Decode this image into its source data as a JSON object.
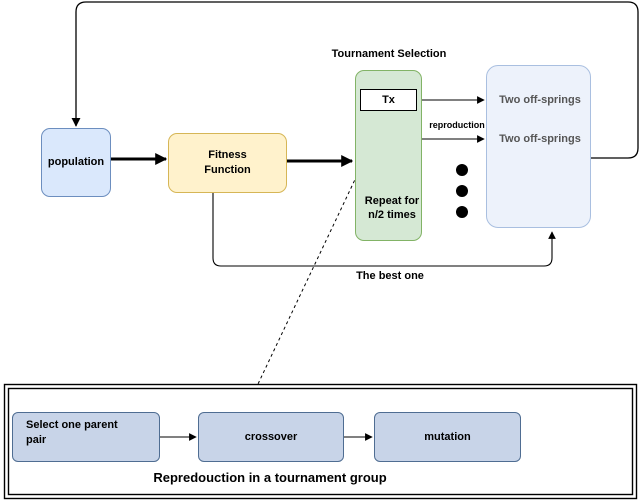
{
  "diagram": {
    "nodes": {
      "population": "population",
      "fitness": "Fitness\nFunction",
      "tournament_title": "Tournament Selection",
      "tx": "Tx",
      "repeat": "Repeat for\nn/2 times",
      "offspring_1": "Two off-springs",
      "offspring_2": "Two off-springs"
    },
    "edge_labels": {
      "reproduction": "reproduction",
      "best": "The best one"
    },
    "subprocess": {
      "title": "Repredouction in a tournament group",
      "steps": [
        "Select one parent\npair",
        "crossover",
        "mutation"
      ]
    },
    "colors": {
      "population_fill": "#dae8fc",
      "fitness_fill": "#fff2cc",
      "tournament_fill": "#d5e8d4",
      "offspring_fill": "#edf2fb",
      "step_fill": "#c8d4e8"
    }
  }
}
